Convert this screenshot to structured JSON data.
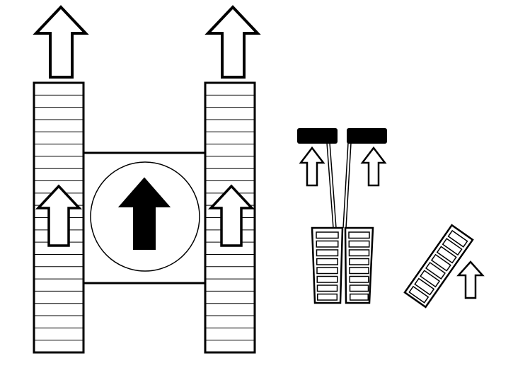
{
  "colors": {
    "line": "#000000",
    "fill": "#ffffff",
    "solid": "#000000",
    "light_line": "#666666"
  },
  "parts": {
    "left_track": {
      "icon": "track-icon",
      "rungs": 22
    },
    "right_track": {
      "icon": "track-icon",
      "rungs": 22
    },
    "body": {
      "icon": "machine-body-icon"
    },
    "hand_levers": {
      "icon": "control-lever-icon",
      "count": 2
    },
    "foot_pedals": {
      "icon": "foot-pedal-icon",
      "count": 2,
      "rungs": 8
    },
    "tilted_pedal": {
      "icon": "foot-pedal-icon",
      "rungs": 8
    }
  },
  "arrows": {
    "direction": "forward",
    "outline_icon": "arrow-up-outline-icon",
    "solid_icon": "arrow-up-solid-icon"
  }
}
